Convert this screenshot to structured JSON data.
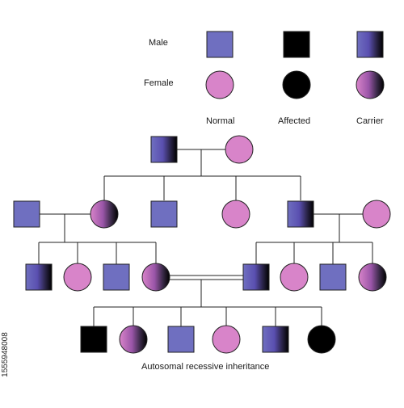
{
  "legend": {
    "male_label": "Male",
    "female_label": "Female",
    "normal_label": "Normal",
    "affected_label": "Affected",
    "carrier_label": "Carrier"
  },
  "caption": "Autosomal recessive inheritance",
  "side_id": "1555948008",
  "colors": {
    "normal_male": "#6f6fc0",
    "normal_female": "#d884c9",
    "affected": "#000000",
    "carrier_male_gradient": [
      "#6f6fc0",
      "#5a4fb0",
      "#2a2448",
      "#000000"
    ],
    "carrier_female_gradient": [
      "#d884c9",
      "#9a55a8",
      "#3a2a48",
      "#000000"
    ],
    "line": "#222222"
  },
  "pedigree": {
    "generations": [
      {
        "name": "generation-1",
        "members": [
          {
            "id": "g1-father",
            "sex": "male",
            "status": "carrier"
          },
          {
            "id": "g1-mother",
            "sex": "female",
            "status": "normal"
          }
        ]
      },
      {
        "name": "generation-2",
        "members": [
          {
            "id": "g2-husband-left",
            "sex": "male",
            "status": "normal"
          },
          {
            "id": "g2-daughter",
            "sex": "female",
            "status": "carrier"
          },
          {
            "id": "g2-son",
            "sex": "male",
            "status": "normal"
          },
          {
            "id": "g2-daughter-2",
            "sex": "female",
            "status": "normal"
          },
          {
            "id": "g2-son-carrier",
            "sex": "male",
            "status": "carrier"
          },
          {
            "id": "g2-wife-right",
            "sex": "female",
            "status": "normal"
          }
        ]
      },
      {
        "name": "generation-3",
        "members": [
          {
            "id": "g3-left-son-carrier",
            "sex": "male",
            "status": "carrier"
          },
          {
            "id": "g3-left-daughter",
            "sex": "female",
            "status": "normal"
          },
          {
            "id": "g3-left-son",
            "sex": "male",
            "status": "normal"
          },
          {
            "id": "g3-left-daughter-carrier",
            "sex": "female",
            "status": "carrier"
          },
          {
            "id": "g3-right-son-carrier",
            "sex": "male",
            "status": "carrier"
          },
          {
            "id": "g3-right-daughter",
            "sex": "female",
            "status": "normal"
          },
          {
            "id": "g3-right-son",
            "sex": "male",
            "status": "normal"
          },
          {
            "id": "g3-right-daughter-carrier",
            "sex": "female",
            "status": "carrier"
          }
        ]
      },
      {
        "name": "generation-4",
        "members": [
          {
            "id": "g4-son-affected",
            "sex": "male",
            "status": "affected"
          },
          {
            "id": "g4-daughter-carrier",
            "sex": "female",
            "status": "carrier"
          },
          {
            "id": "g4-son-normal",
            "sex": "male",
            "status": "normal"
          },
          {
            "id": "g4-daughter-normal",
            "sex": "female",
            "status": "normal"
          },
          {
            "id": "g4-son-carrier",
            "sex": "male",
            "status": "carrier"
          },
          {
            "id": "g4-daughter-affected",
            "sex": "female",
            "status": "affected"
          }
        ]
      }
    ]
  }
}
